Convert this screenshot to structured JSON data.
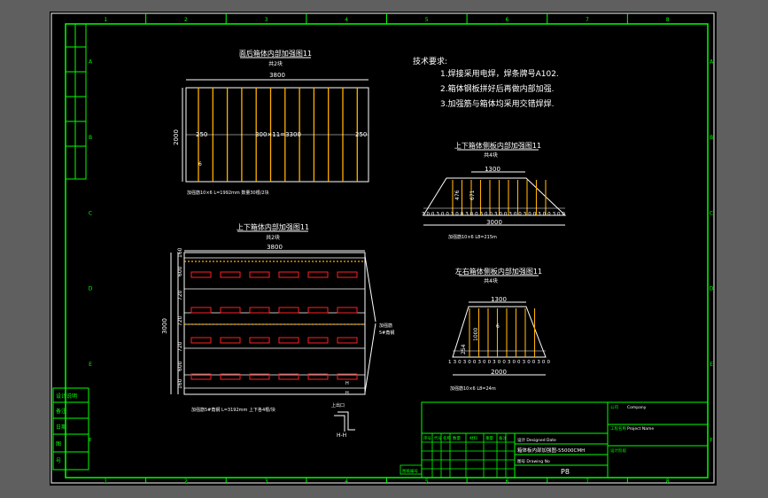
{
  "border": {
    "cols": [
      "1",
      "2",
      "3",
      "4",
      "5",
      "6",
      "7",
      "8"
    ],
    "rows": [
      "A",
      "B",
      "C",
      "D",
      "E",
      "F"
    ]
  },
  "notes": {
    "title": "技术要求:",
    "items": [
      "1.焊接采用电焊，焊条牌号A102.",
      "2.箱体钢板拼好后再做内部加强.",
      "3.加强筋与箱体均采用交错焊焊."
    ]
  },
  "view1": {
    "title": "面后箱体内部加强图11",
    "subtitle": "共2块",
    "width": "3800",
    "height": "2000",
    "left_dim": "250",
    "right_dim": "250",
    "center_dim": "300×11=3300",
    "mark": "6",
    "note": "加强筋10×6  L=1992mm  数量30根/2块"
  },
  "view2": {
    "title": "上下箱体内部加强图11",
    "subtitle": "共2块",
    "width": "3800",
    "height": "3000",
    "dims": [
      "160",
      "600",
      "720",
      "720",
      "720",
      "600",
      "160"
    ],
    "side_label_1": "加强筋",
    "side_label_2": "5#角钢",
    "h_label": "H",
    "note": "加强筋5#角钢  L=3192mm  上下各4根/块"
  },
  "section": {
    "label": "上出口",
    "name": "H-H"
  },
  "view3": {
    "title": "上下箱体侧板内部加强图11",
    "subtitle": "共4块",
    "top": "1300",
    "heights": [
      "476",
      "671"
    ],
    "dims": "3000",
    "segments": "300300300300300300300300300300",
    "note": "加强筋10×6  L8=215m"
  },
  "view4": {
    "title": "左右箱体侧板内部加强图11",
    "subtitle": "共4块",
    "top": "1300",
    "height": "1000",
    "side": "254",
    "mark": "6",
    "segments": "130300300300300300300",
    "bottom": "2000",
    "note": "加强筋10×6  L8=24m"
  },
  "left_table": [
    "设计说明",
    "备注",
    "日期",
    "图",
    "号"
  ],
  "title_block": {
    "drawing_name": "箱体板内部加强图-55000CMH",
    "sheet": "P8",
    "project_label": "工程名称",
    "project_value": "Project Name",
    "company_label": "公司",
    "company_value": "Company",
    "scale_label": "设计阶段",
    "number_label": "图号  Drawing No",
    "design_label": "设计  Designed  Date",
    "cols": [
      "序号",
      "代号",
      "名称",
      "数量",
      "材料",
      "重量",
      "备注"
    ],
    "stamp": "图纸编号"
  }
}
